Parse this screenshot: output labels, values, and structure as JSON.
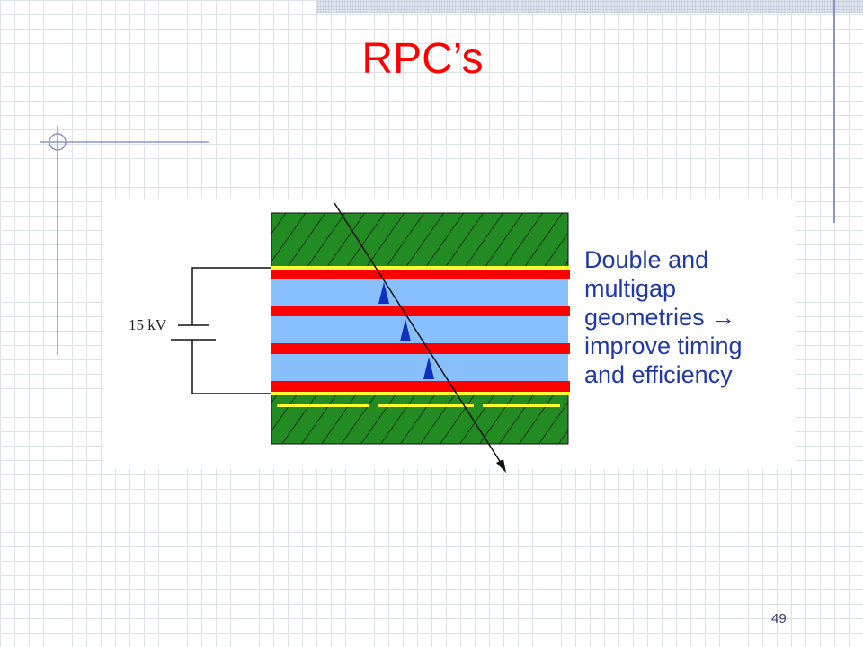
{
  "slide": {
    "title": "RPC’s",
    "page_number": "49"
  },
  "diagram": {
    "voltage_label": "15 kV",
    "description_lines": [
      "Double and",
      "multigap",
      "geometries →",
      "improve timing",
      "and efficiency"
    ]
  },
  "colors": {
    "title": "#ff0000",
    "text": "#1f3aa6",
    "outer_hatch_bg": "#228b22",
    "electrode_red": "#ff0000",
    "gas_gap": "#88c0ff",
    "yellow_strip": "#ffff33",
    "avalanche": "#1030c0"
  }
}
